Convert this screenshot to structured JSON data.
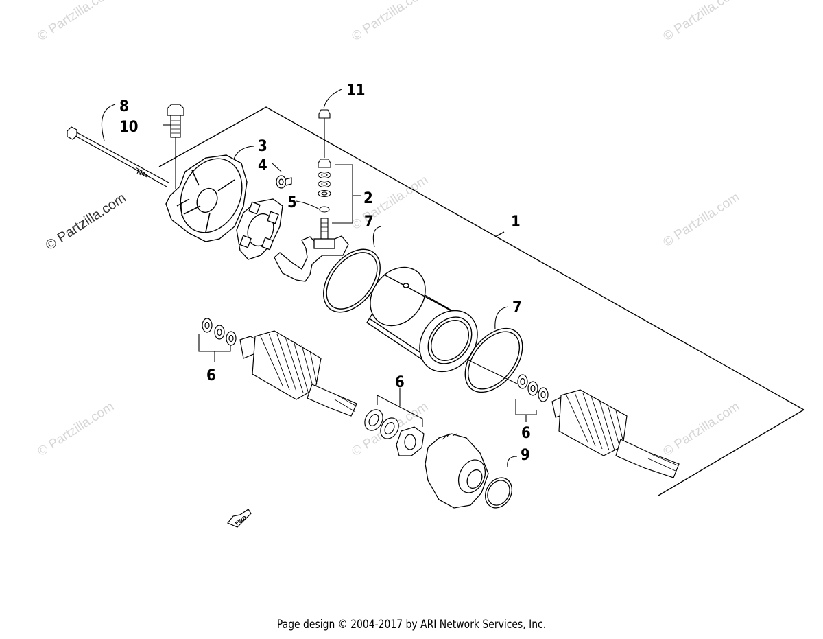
{
  "watermark": "© Partzilla.com",
  "footer": "Page design © 2004-2017 by ARI Network Services, Inc.",
  "fwd_label": "FWD",
  "callouts": {
    "c1": "1",
    "c2": "2",
    "c3": "3",
    "c4": "4",
    "c5": "5",
    "c6a": "6",
    "c6b": "6",
    "c6c": "6",
    "c7a": "7",
    "c7b": "7",
    "c8": "8",
    "c9": "9",
    "c10": "10",
    "c11": "11"
  },
  "colors": {
    "ink": "#000000",
    "watermark": "#d6d6d6"
  }
}
